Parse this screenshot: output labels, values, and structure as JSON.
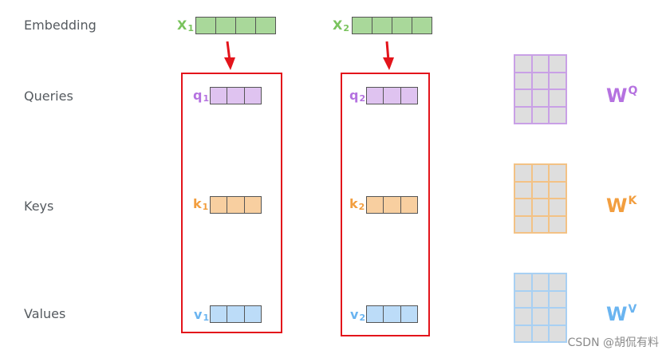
{
  "rows": {
    "embedding": "Embedding",
    "queries": "Queries",
    "keys": "Keys",
    "values": "Values"
  },
  "vectors": {
    "x1": {
      "base": "X",
      "sub": "1"
    },
    "x2": {
      "base": "X",
      "sub": "2"
    },
    "q1": {
      "base": "q",
      "sub": "1"
    },
    "q2": {
      "base": "q",
      "sub": "2"
    },
    "k1": {
      "base": "k",
      "sub": "1"
    },
    "k2": {
      "base": "k",
      "sub": "2"
    },
    "v1": {
      "base": "v",
      "sub": "1"
    },
    "v2": {
      "base": "v",
      "sub": "2"
    }
  },
  "weights": {
    "wq": {
      "base": "W",
      "sup": "Q"
    },
    "wk": {
      "base": "W",
      "sup": "K"
    },
    "wv": {
      "base": "W",
      "sup": "V"
    }
  },
  "watermark": "CSDN @胡侃有料",
  "colors": {
    "embedding_fill": "#a9d89a",
    "embedding_text": "#79c35d",
    "query_fill": "#dfc3f0",
    "query_text": "#b572e0",
    "key_fill": "#f8cfa0",
    "key_text": "#f29e3f",
    "value_fill": "#bcdcf8",
    "value_text": "#6ab4f0",
    "wq_border": "#c9a0e6",
    "wk_border": "#f3c285",
    "wv_border": "#a8d0f3",
    "highlight": "#e3141b"
  }
}
